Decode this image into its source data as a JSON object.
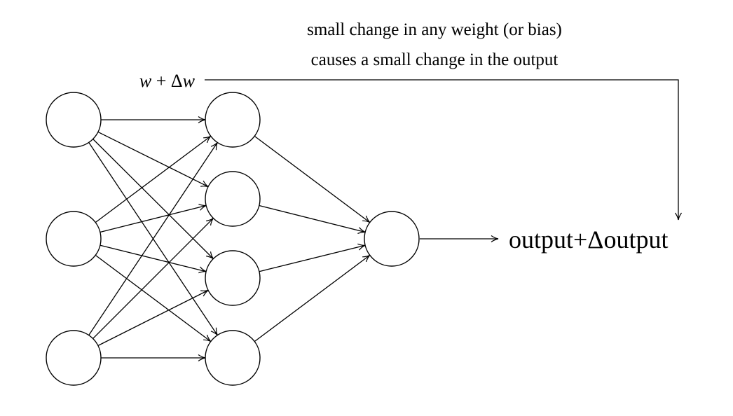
{
  "annotation": {
    "line1": "small change in any weight (or bias)",
    "line2": "causes a small change in the output"
  },
  "weight_label": {
    "var": "w",
    "op": " + ",
    "delta": "Δ",
    "var2": "w"
  },
  "output_label": "output+Δoutput",
  "network": {
    "layers": [
      3,
      4,
      1
    ]
  }
}
